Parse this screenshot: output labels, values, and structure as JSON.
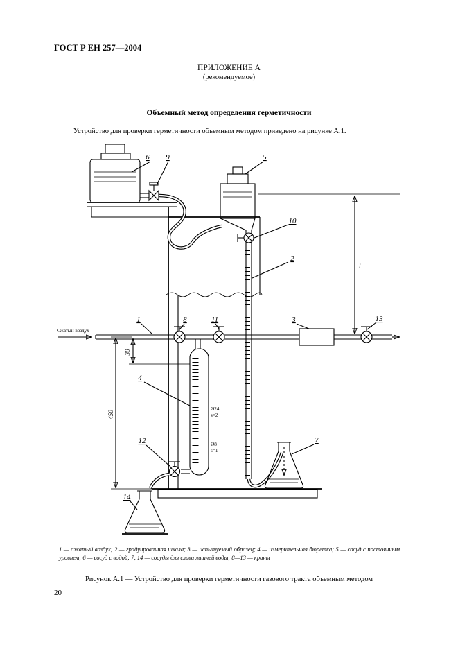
{
  "page": {
    "doc_number": "ГОСТ Р ЕН 257—2004",
    "appendix_title": "ПРИЛОЖЕНИЕ А",
    "appendix_subtitle": "(рекомендуемое)",
    "section_title": "Объемный метод определения герметичности",
    "intro_text": "Устройство для проверки герметичности объемным методом приведено на рисунке А.1.",
    "legend": "1 — сжатый воздух; 2 — градуированная шкала; 3 — испытуемый образец; 4 — измерительная бюретка; 5 — сосуд с постоянным уровнем; 6 — сосуд с водой; 7, 14 — сосуды для слива лишней воды; 8—13 — краны",
    "figure_caption": "Рисунок А.1 — Устройство для проверки герметичности газового тракта объемным методом",
    "page_number": "20"
  },
  "figure": {
    "callouts": {
      "c1": "1",
      "c2": "2",
      "c3": "3",
      "c4": "4",
      "c5": "5",
      "c6": "6",
      "c7": "7",
      "c8": "8",
      "c9": "9",
      "c10": "10",
      "c11": "11",
      "c12": "12",
      "c13": "13",
      "c14": "14"
    },
    "labels": {
      "compressed_air": "Сжатый воздух",
      "dim_450": "450",
      "dim_30": "30",
      "dim_length": "l",
      "burette_outer_dia": "Ø24",
      "burette_outer_wall": "s=2",
      "burette_inner_dia": "Ø8",
      "burette_inner_wall": "s=1"
    }
  }
}
